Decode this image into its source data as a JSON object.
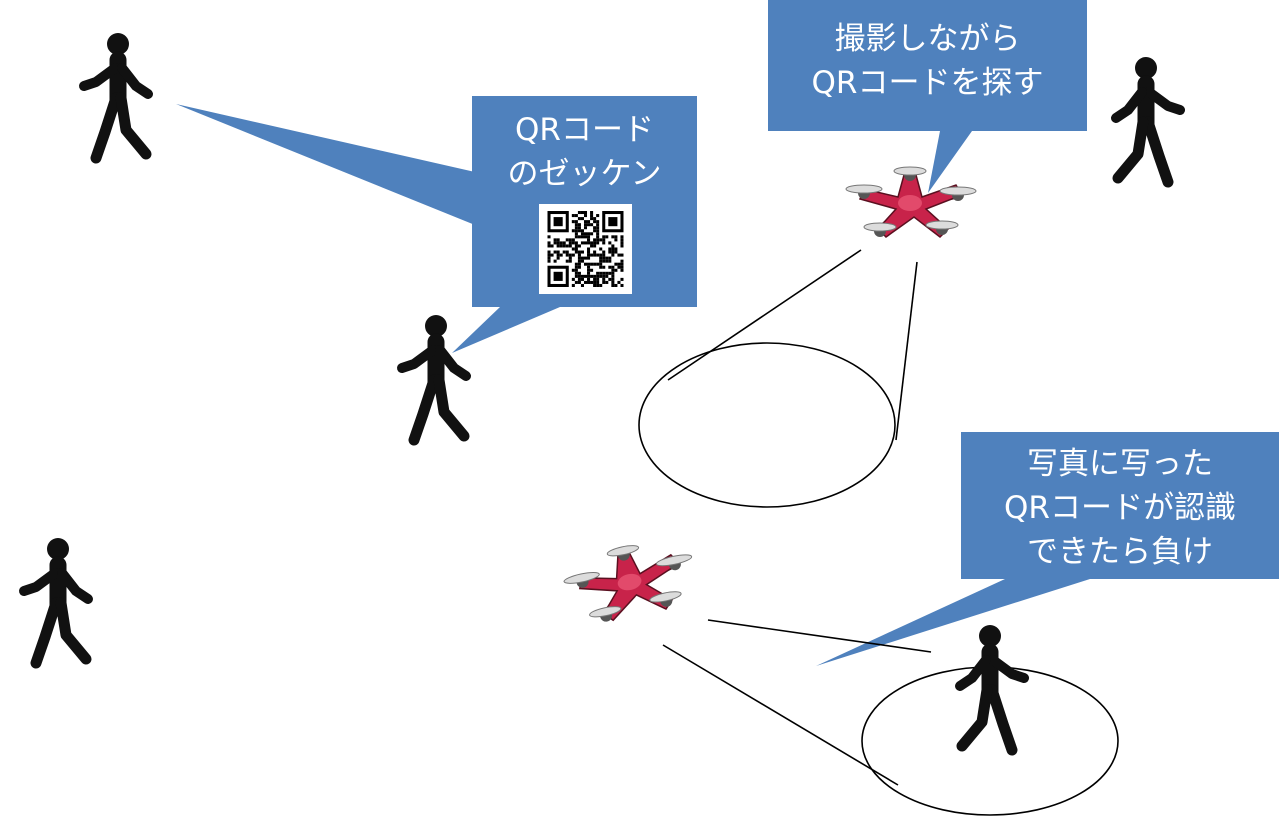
{
  "callouts": {
    "bib": {
      "lines": [
        "QRコード",
        "のゼッケン"
      ]
    },
    "drone_search": {
      "lines": [
        "撮影しながら",
        "QRコードを探す"
      ]
    },
    "lose_condition": {
      "lines": [
        "写真に写った",
        "QRコードが認識",
        "できたら負け"
      ]
    }
  },
  "icons": {
    "person": "walking-person-icon",
    "drone": "quadcopter-drone-icon",
    "qr": "qr-code-icon"
  },
  "colors": {
    "callout_fill": "#4f81bd",
    "callout_text": "#ffffff",
    "figure": "#111111",
    "drone_body": "#c8234a",
    "drone_frame": "#3a2a2a"
  }
}
